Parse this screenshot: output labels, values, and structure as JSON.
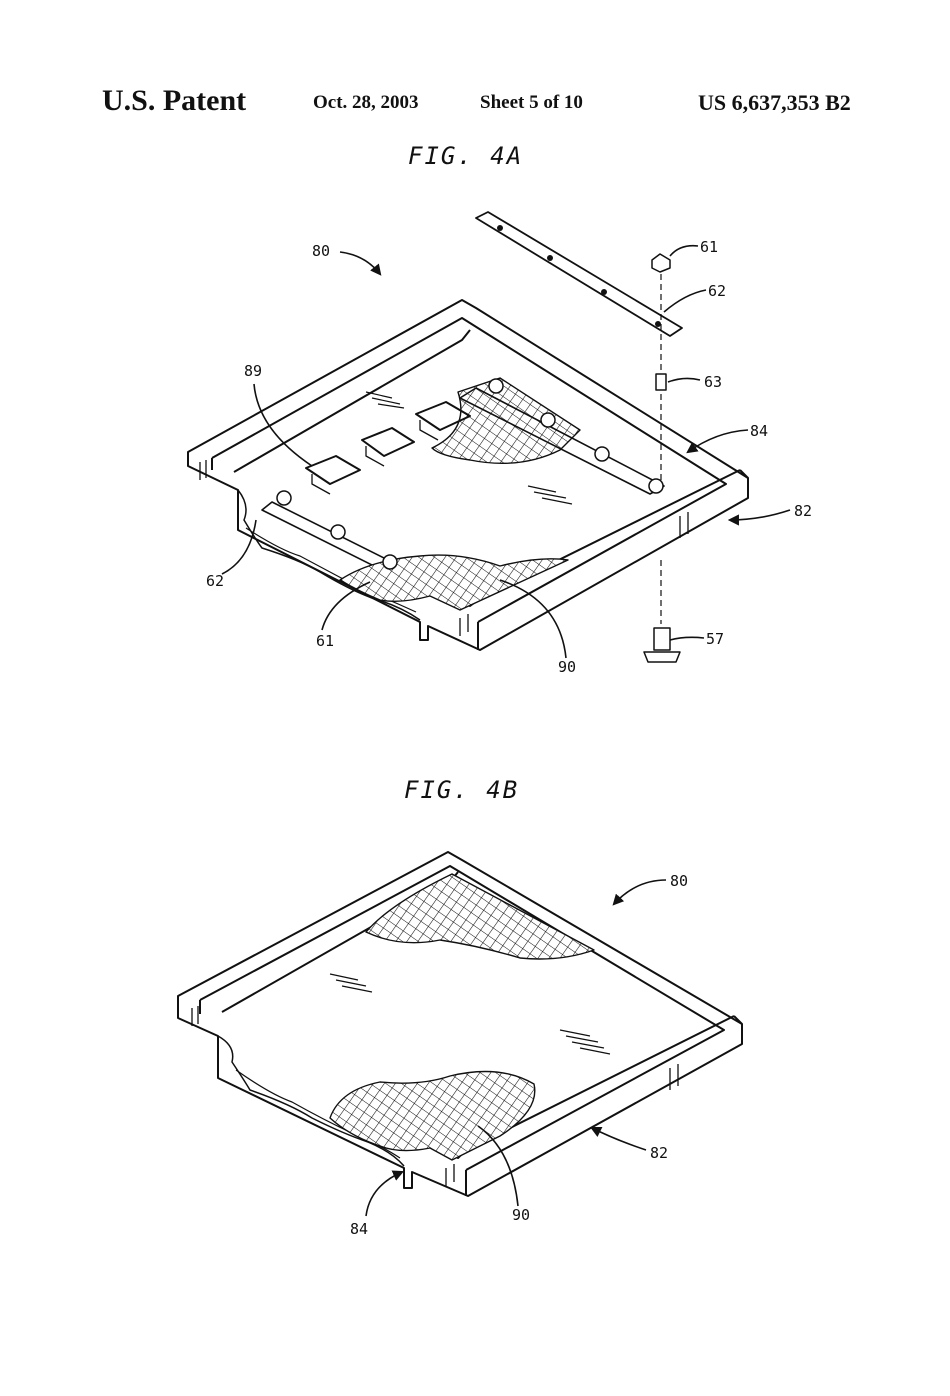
{
  "header": {
    "title": "U.S. Patent",
    "date": "Oct. 28, 2003",
    "sheet": "Sheet 5 of 10",
    "patent_number": "US 6,637,353 B2"
  },
  "fig4a": {
    "title": "FIG. 4A",
    "labels": {
      "l80": "80",
      "l61top": "61",
      "l62top": "62",
      "l63": "63",
      "l84": "84",
      "l82": "82",
      "l89": "89",
      "l62left": "62",
      "l61bottom": "61",
      "l90": "90",
      "l57": "57"
    }
  },
  "fig4b": {
    "title": "FIG. 4B",
    "labels": {
      "l80": "80",
      "l82": "82",
      "l84": "84",
      "l90": "90"
    }
  }
}
